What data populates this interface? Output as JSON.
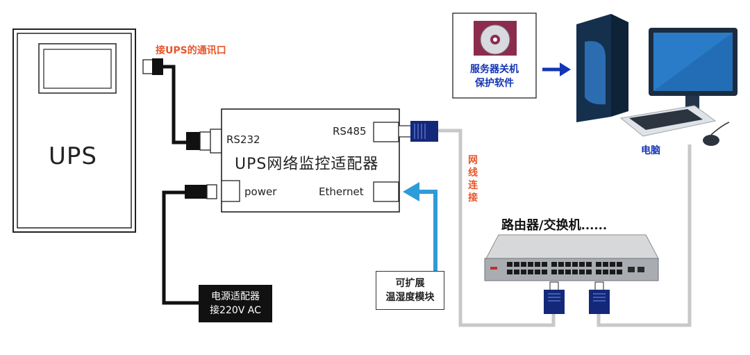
{
  "ups": {
    "label": "UPS",
    "port_label": "接UPS的通讯口"
  },
  "adapter": {
    "title": "UPS网络监控适配器",
    "ports": {
      "rs232": "RS232",
      "rs485": "RS485",
      "power": "power",
      "ethernet": "Ethernet"
    }
  },
  "power_supply": {
    "line1": "电源适配器",
    "line2": "接220V AC"
  },
  "sensor_module": {
    "line1": "可扩展",
    "line2": "温湿度模块"
  },
  "software": {
    "line1": "服务器关机",
    "line2": "保护软件"
  },
  "computer": {
    "label": "电脑"
  },
  "network_cable": {
    "label": "网线连接"
  },
  "router": {
    "label": "路由器/交换机......"
  },
  "colors": {
    "accent_orange": "#e8562a",
    "arrow_blue": "#2f9bd8",
    "dark_blue": "#1436b4",
    "cable_gray": "#c8c8c8"
  }
}
